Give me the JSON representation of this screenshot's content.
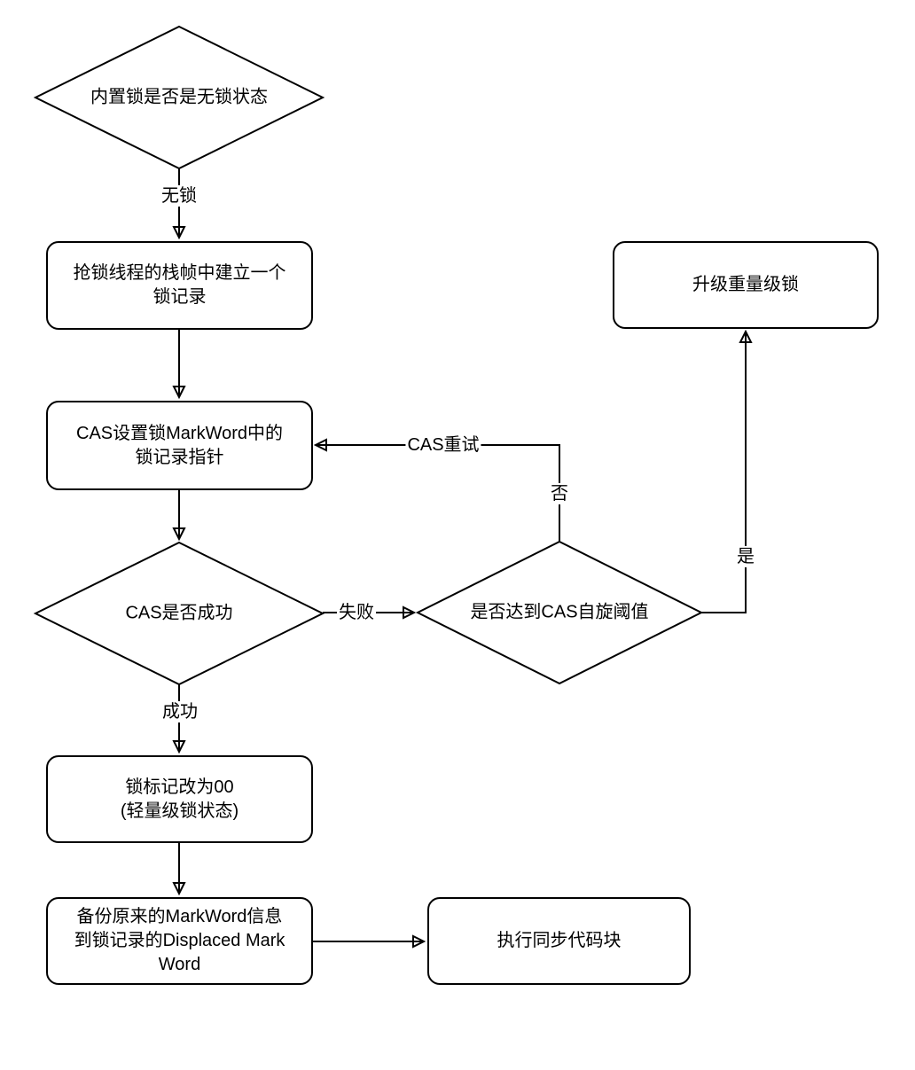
{
  "diagram": {
    "background": "#ffffff",
    "stroke_color": "#000000",
    "text_color": "#000000",
    "nodes": {
      "lock_free_check": {
        "label": "内置锁是否是无锁状态"
      },
      "create_lock_record": {
        "label": "抢锁线程的栈帧中建立一个\n锁记录"
      },
      "cas_set_pointer": {
        "label": "CAS设置锁MarkWord中的\n锁记录指针"
      },
      "cas_success_check": {
        "label": "CAS是否成功"
      },
      "spin_threshold_check": {
        "label": "是否达到CAS自旋阈值"
      },
      "upgrade_heavyweight": {
        "label": "升级重量级锁"
      },
      "set_mark_00": {
        "label": "锁标记改为00\n(轻量级锁状态)"
      },
      "backup_markword": {
        "label": "备份原来的MarkWord信息\n到锁记录的Displaced Mark\nWord"
      },
      "execute_sync_block": {
        "label": "执行同步代码块"
      }
    },
    "edge_labels": {
      "no_lock": "无锁",
      "fail": "失败",
      "success": "成功",
      "no": "否",
      "cas_retry": "CAS重试",
      "yes": "是"
    }
  }
}
